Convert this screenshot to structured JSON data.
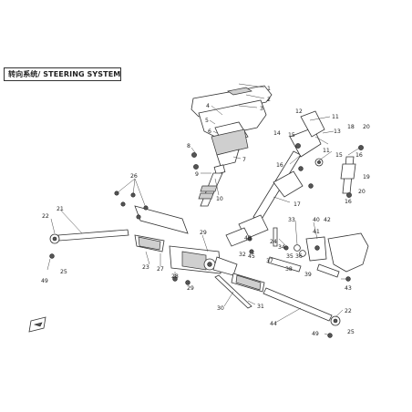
{
  "title": "转向系统/ STEERING SYSTEM",
  "callouts": [
    {
      "id": "c1",
      "label": "1"
    },
    {
      "id": "c2",
      "label": "2"
    },
    {
      "id": "c3",
      "label": "3"
    },
    {
      "id": "c4",
      "label": "4"
    },
    {
      "id": "c5",
      "label": "5"
    },
    {
      "id": "c6",
      "label": "6"
    },
    {
      "id": "c7",
      "label": "7"
    },
    {
      "id": "c8",
      "label": "8"
    },
    {
      "id": "c9",
      "label": "9"
    },
    {
      "id": "c10",
      "label": "10"
    },
    {
      "id": "c11a",
      "label": "11"
    },
    {
      "id": "c11b",
      "label": "11"
    },
    {
      "id": "c12",
      "label": "12"
    },
    {
      "id": "c13",
      "label": "13"
    },
    {
      "id": "c14",
      "label": "14"
    },
    {
      "id": "c15a",
      "label": "15"
    },
    {
      "id": "c15b",
      "label": "15"
    },
    {
      "id": "c16a",
      "label": "16"
    },
    {
      "id": "c16b",
      "label": "16"
    },
    {
      "id": "c16c",
      "label": "16"
    },
    {
      "id": "c17",
      "label": "17"
    },
    {
      "id": "c18",
      "label": "18"
    },
    {
      "id": "c19",
      "label": "19"
    },
    {
      "id": "c20a",
      "label": "20"
    },
    {
      "id": "c20b",
      "label": "20"
    },
    {
      "id": "c21",
      "label": "21"
    },
    {
      "id": "c22a",
      "label": "22"
    },
    {
      "id": "c22b",
      "label": "22"
    },
    {
      "id": "c23",
      "label": "23"
    },
    {
      "id": "c24",
      "label": "24"
    },
    {
      "id": "c25a",
      "label": "25"
    },
    {
      "id": "c25b",
      "label": "25"
    },
    {
      "id": "c26",
      "label": "26"
    },
    {
      "id": "c27",
      "label": "27"
    },
    {
      "id": "c28",
      "label": "28"
    },
    {
      "id": "c29a",
      "label": "29"
    },
    {
      "id": "c29b",
      "label": "29"
    },
    {
      "id": "c30",
      "label": "30"
    },
    {
      "id": "c31",
      "label": "31"
    },
    {
      "id": "c32",
      "label": "32"
    },
    {
      "id": "c33",
      "label": "33"
    },
    {
      "id": "c34",
      "label": "34"
    },
    {
      "id": "c35",
      "label": "35"
    },
    {
      "id": "c36",
      "label": "36"
    },
    {
      "id": "c37",
      "label": "37"
    },
    {
      "id": "c38",
      "label": "38"
    },
    {
      "id": "c39",
      "label": "39"
    },
    {
      "id": "c40",
      "label": "40"
    },
    {
      "id": "c41",
      "label": "41"
    },
    {
      "id": "c42",
      "label": "42"
    },
    {
      "id": "c43",
      "label": "43"
    },
    {
      "id": "c44",
      "label": "44"
    },
    {
      "id": "c45",
      "label": "45"
    },
    {
      "id": "c48",
      "label": "48"
    },
    {
      "id": "c49a",
      "label": "49"
    },
    {
      "id": "c49b",
      "label": "49"
    }
  ]
}
